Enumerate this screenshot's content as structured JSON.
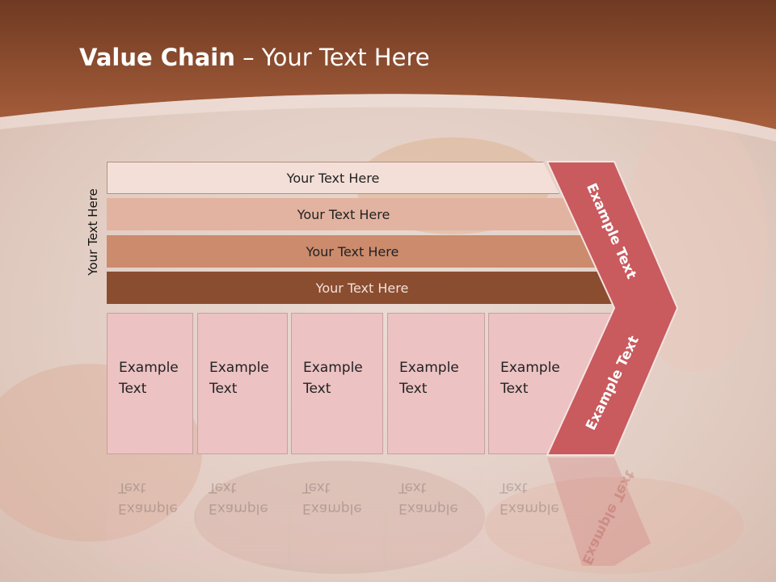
{
  "slide": {
    "title_bold": "Value Chain",
    "title_rest": " – Your Text Here",
    "vertical_label": "Your Text Here"
  },
  "bars": [
    {
      "label": "Your Text Here",
      "color": "#f3dfd7"
    },
    {
      "label": "Your Text Here",
      "color": "#e2b3a0"
    },
    {
      "label": "Your Text Here",
      "color": "#cb8b6c"
    },
    {
      "label": "Your Text Here",
      "color": "#8b4d2f"
    }
  ],
  "boxes": [
    {
      "line1": "Example",
      "line2": "Text"
    },
    {
      "line1": "Example",
      "line2": "Text"
    },
    {
      "line1": "Example",
      "line2": "Text"
    },
    {
      "line1": "Example",
      "line2": "Text"
    },
    {
      "line1": "Example",
      "line2": "Text"
    }
  ],
  "chevron": {
    "upper_label": "Example Text",
    "lower_label": "Example Text",
    "color": "#c95a5e"
  },
  "colors": {
    "header": "#8e4a2c",
    "box_fill": "#ecc2c3"
  }
}
